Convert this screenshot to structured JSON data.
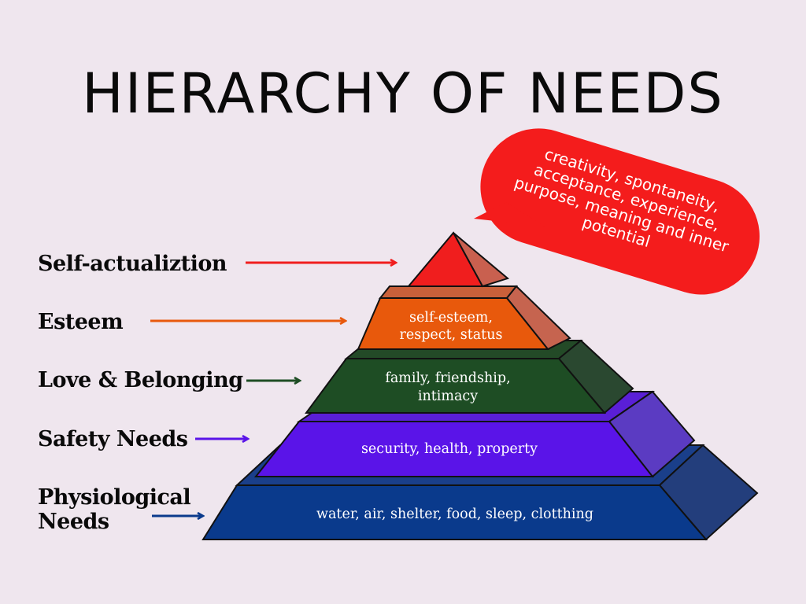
{
  "title": "HIERARCHY OF NEEDS",
  "labels": {
    "self_actualization": "Self-actualiztion",
    "esteem": "Esteem",
    "love_belonging": "Love & Belonging",
    "safety": "Safety Needs",
    "physiological": [
      "Physiological",
      "Needs"
    ]
  },
  "tiers": {
    "esteem": [
      "self-esteem,",
      "respect, status"
    ],
    "love_belonging": [
      "family, friendship,",
      "intimacy"
    ],
    "safety": [
      "security, health, property"
    ],
    "physiological": [
      "water, air, shelter, food, sleep, clotthing"
    ]
  },
  "bubble": [
    "creativity, spontaneity,",
    "acceptance, experience,",
    "purpose, meaning and inner",
    "potential"
  ],
  "colors": {
    "background": "#efe6ee",
    "self_actualization": "#f01e1e",
    "esteem": "#e8590c",
    "love_belonging": "#1e4d24",
    "safety": "#5a14e8",
    "physiological": "#0a3a8c",
    "bubble": "#f41c1c"
  }
}
